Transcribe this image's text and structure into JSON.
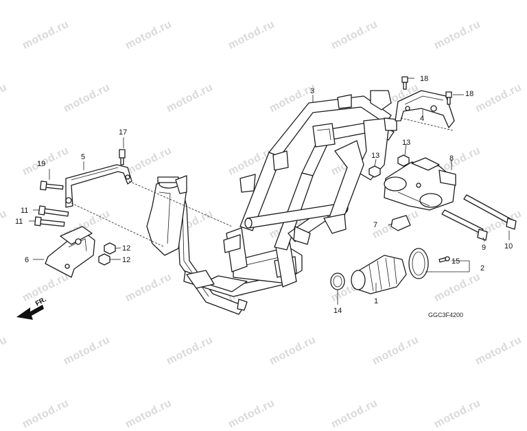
{
  "watermark": "motod.ru",
  "diagram_code": "GGC3F4200",
  "front_marker": "FR.",
  "callouts": [
    {
      "id": "c1",
      "text": "1"
    },
    {
      "id": "c2",
      "text": "2"
    },
    {
      "id": "c3",
      "text": "3"
    },
    {
      "id": "c4",
      "text": "4"
    },
    {
      "id": "c5",
      "text": "5"
    },
    {
      "id": "c6",
      "text": "6"
    },
    {
      "id": "c7",
      "text": "7"
    },
    {
      "id": "c8",
      "text": "8"
    },
    {
      "id": "c9",
      "text": "9"
    },
    {
      "id": "c10",
      "text": "10"
    },
    {
      "id": "c11a",
      "text": "11"
    },
    {
      "id": "c11b",
      "text": "11"
    },
    {
      "id": "c12a",
      "text": "12"
    },
    {
      "id": "c12b",
      "text": "12"
    },
    {
      "id": "c13a",
      "text": "13"
    },
    {
      "id": "c13b",
      "text": "13"
    },
    {
      "id": "c14",
      "text": "14"
    },
    {
      "id": "c15",
      "text": "15"
    },
    {
      "id": "c17",
      "text": "17"
    },
    {
      "id": "c18a",
      "text": "18"
    },
    {
      "id": "c18b",
      "text": "18"
    },
    {
      "id": "c19",
      "text": "19"
    }
  ]
}
